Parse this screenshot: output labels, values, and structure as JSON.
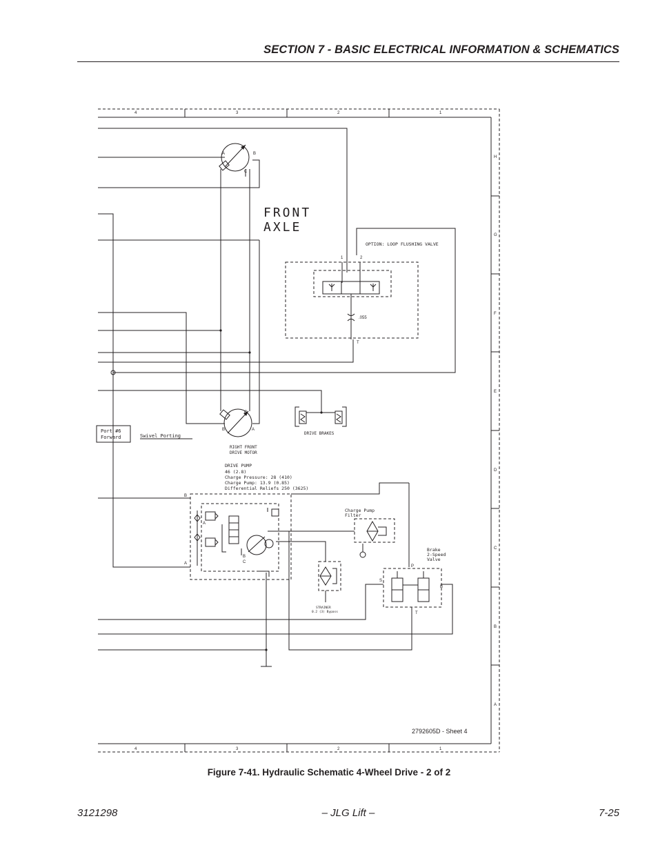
{
  "header": {
    "section_title": "SECTION 7 - BASIC ELECTRICAL INFORMATION & SCHEMATICS"
  },
  "schematic": {
    "zone_columns": [
      "4",
      "3",
      "2",
      "1"
    ],
    "zone_rows": [
      "H",
      "G",
      "F",
      "E",
      "D",
      "C",
      "B",
      "A"
    ],
    "front_axle": [
      "FRONT",
      "AXLE"
    ],
    "loop_flushing_option": "OPTION: LOOP FLUSHING VALVE",
    "orifice": ".055",
    "port_1": "1",
    "port_2": "2",
    "port_t": "T",
    "drive_brakes": "DRIVE BRAKES",
    "port_forward": [
      "Port #6",
      "Forward"
    ],
    "swivel_porting": "Swivel Porting",
    "right_front_motor": [
      "RIGHT FRONT",
      "DRIVE MOTOR"
    ],
    "drive_pump": [
      "DRIVE PUMP",
      "46 (2.8)",
      "Charge Pressure: 28 (410)",
      "Charge Pump: 13.9 (0.85)",
      "Differential Reliefs 250 (3625)"
    ],
    "charge_filter": [
      "Charge Pump",
      "Filter"
    ],
    "strainer": [
      "STRAINER",
      "0.2 (3) Bypass"
    ],
    "brake_valve": [
      "Brake",
      "2-Speed",
      "Valve"
    ],
    "motor_ports": {
      "a": "A",
      "b": "B",
      "c": "C"
    },
    "sheet_ref": "2792605D - Sheet 4"
  },
  "caption": "Figure 7-41.  Hydraulic Schematic 4-Wheel Drive - 2 of 2",
  "footer": {
    "left": "3121298",
    "center": "– JLG Lift –",
    "right": "7-25"
  }
}
